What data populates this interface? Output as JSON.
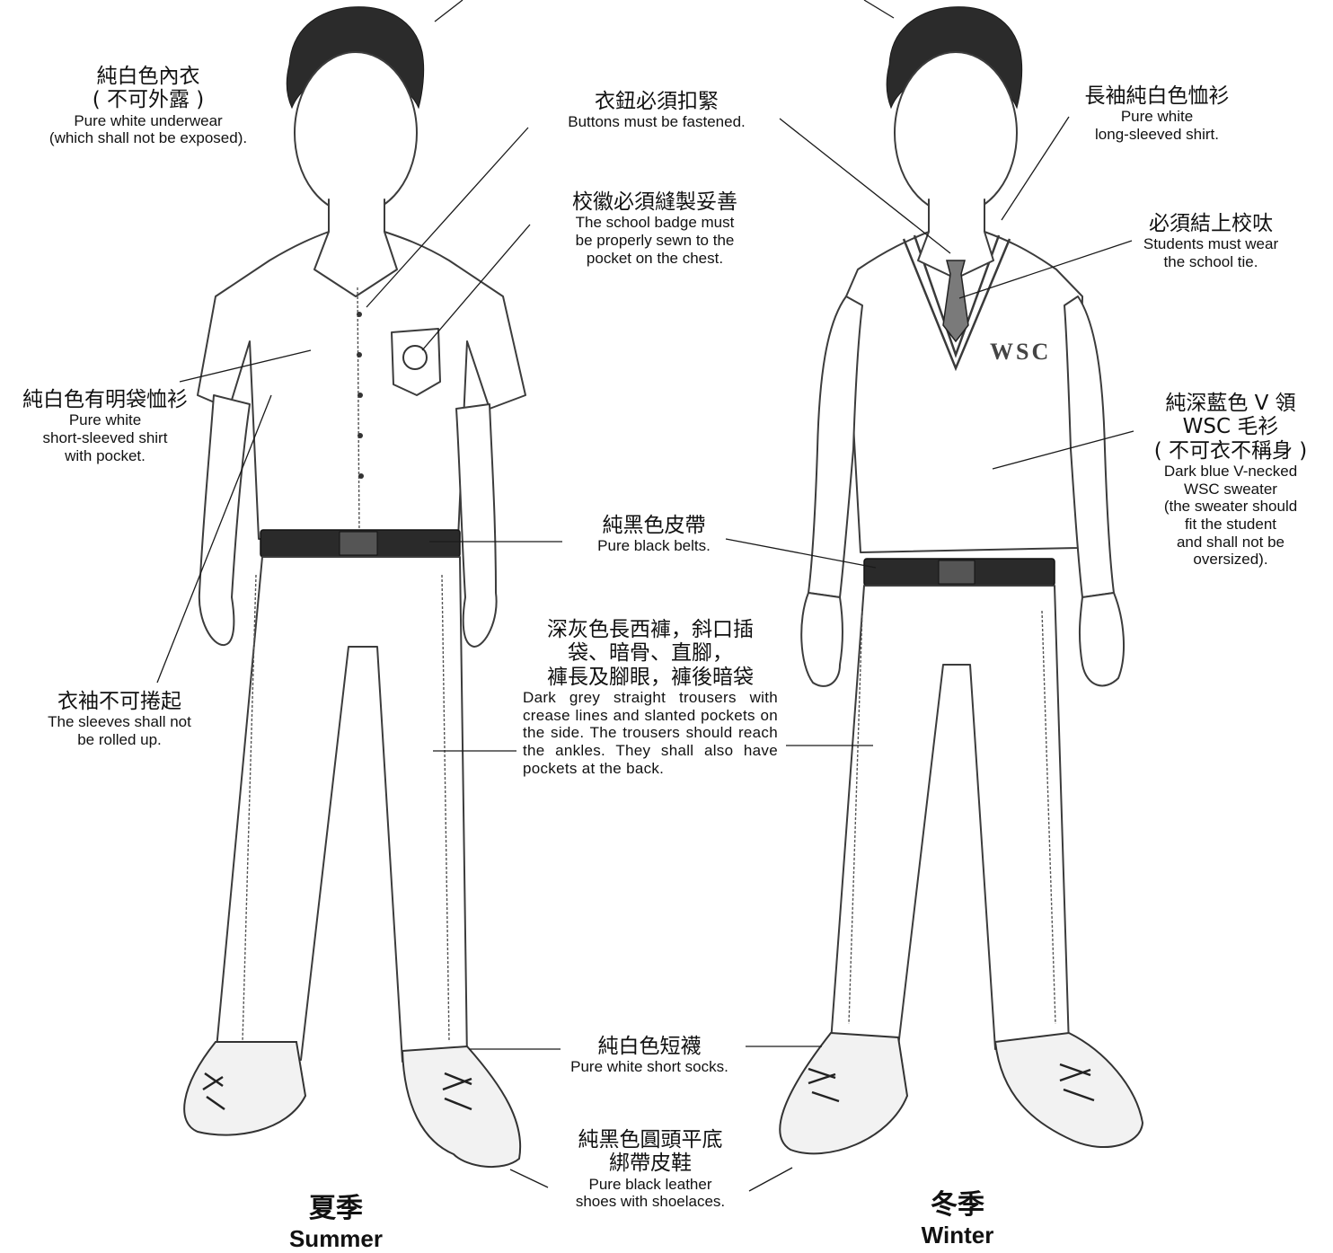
{
  "figures": {
    "summer": {
      "zh": "夏季",
      "en": "Summer"
    },
    "winter": {
      "zh": "冬季",
      "en": "Winter"
    }
  },
  "callouts": {
    "underwear": {
      "zh": "純白色內衣\n( 不可外露 )",
      "en": "Pure white underwear\n(which shall not be exposed)."
    },
    "buttons": {
      "zh": "衣鈕必須扣緊",
      "en": "Buttons must be fastened."
    },
    "badge": {
      "zh": "校徽必須縫製妥善",
      "en": "The school badge must\nbe properly sewn to the\npocket on the chest."
    },
    "long_shirt": {
      "zh": "長袖純白色恤衫",
      "en": "Pure white\nlong-sleeved shirt."
    },
    "tie": {
      "zh": "必須結上校呔",
      "en": "Students must wear\nthe school tie."
    },
    "short_shirt": {
      "zh": "純白色有明袋恤衫",
      "en": "Pure white\nshort-sleeved shirt\nwith pocket."
    },
    "sweater": {
      "zh": "純深藍色 V 領\nWSC 毛衫\n( 不可衣不稱身 )",
      "en": "Dark blue V-necked\nWSC sweater\n(the sweater should\nfit the student\nand shall not be\noversized)."
    },
    "belt": {
      "zh": "純黑色皮帶",
      "en": "Pure black belts."
    },
    "trousers": {
      "zh": "深灰色長西褲，斜口插\n袋、暗骨、直腳，\n褲長及腳眼，褲後暗袋",
      "en": "Dark grey straight trousers with crease lines and slanted pockets on the side. The trousers should reach the ankles. They shall also have pockets at the back."
    },
    "sleeves": {
      "zh": "衣袖不可捲起",
      "en": "The sleeves shall not\nbe rolled up."
    },
    "socks": {
      "zh": "純白色短襪",
      "en": "Pure white short socks."
    },
    "shoes": {
      "zh": "純黑色圓頭平底\n綁帶皮鞋",
      "en": "Pure black leather\nshoes with shoelaces."
    }
  },
  "badge_text": "WSC"
}
